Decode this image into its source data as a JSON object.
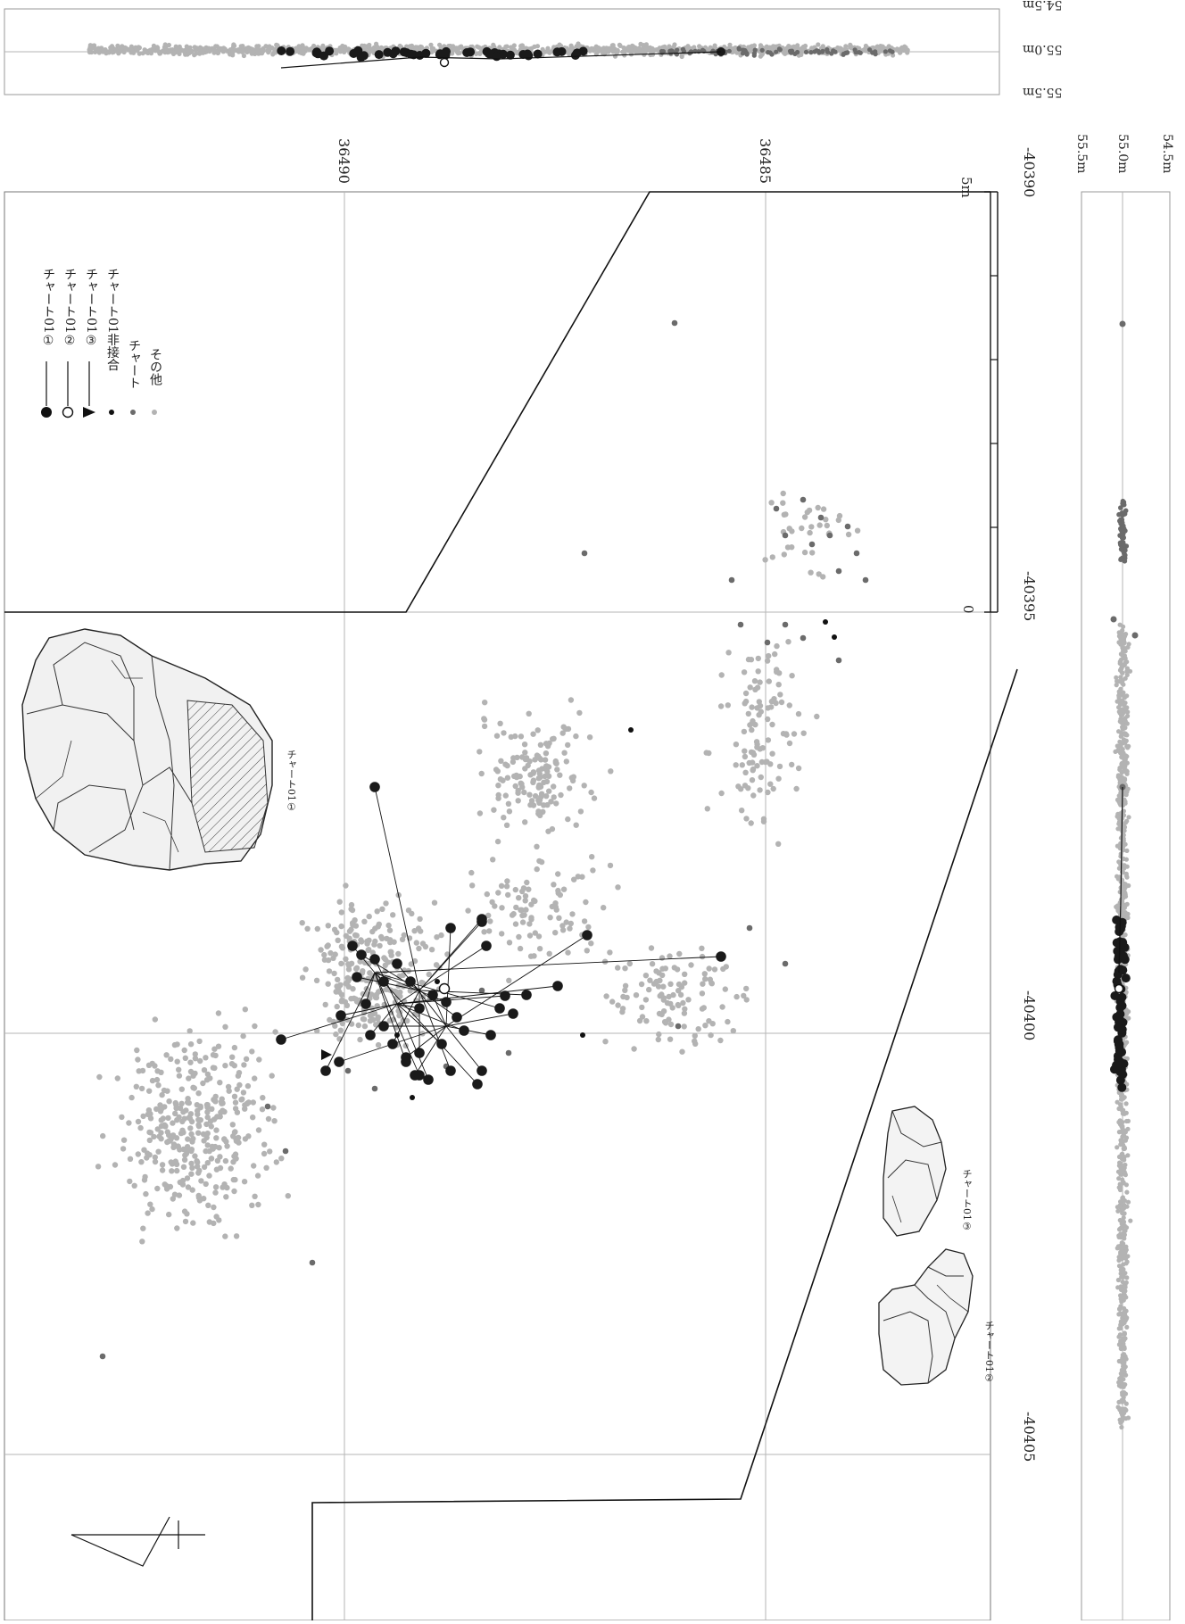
{
  "map": {
    "grid_x_labels": [
      "36490",
      "36485"
    ],
    "grid_y_labels": [
      "-40390",
      "-40395",
      "-40400",
      "-40405"
    ],
    "scale_bar": {
      "start_label": "0",
      "end_label": "5m"
    }
  },
  "legend": {
    "items": [
      {
        "label": "チャート01①",
        "marker": "filled-circle-line"
      },
      {
        "label": "チャート01②",
        "marker": "open-circle-line"
      },
      {
        "label": "チャート01③",
        "marker": "triangle-line"
      },
      {
        "label": "チャート01非接合",
        "marker": "small-black-dot"
      },
      {
        "label": "チャート",
        "marker": "small-dark-gray-dot"
      },
      {
        "label": "その他",
        "marker": "small-light-gray-dot"
      }
    ]
  },
  "top_section": {
    "elevation_labels": [
      "54.5m",
      "55.0m",
      "55.5m"
    ]
  },
  "right_section": {
    "elevation_labels": [
      "55.5m",
      "55.0m",
      "54.5m"
    ]
  },
  "artifacts": {
    "refit_1_label": "チャート01①",
    "refit_2_label": "チャート01②",
    "refit_3_label": "チャート01③"
  },
  "colors": {
    "refit_1": "#1a1a1a",
    "nonrefit": "#111111",
    "chert": "#6b6b6b",
    "other": "#b3b3b3",
    "grid": "#b5b5b5",
    "boundary": "#111111"
  }
}
